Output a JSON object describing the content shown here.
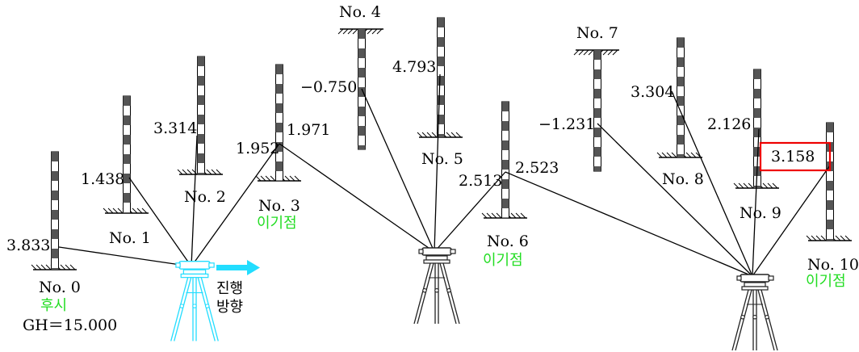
{
  "colors": {
    "backsight": "#22dd22",
    "foresight_turning": "#22dd22",
    "backsight_turning": "#22ddff",
    "highlight": "#ee0000",
    "instrument_1": "#22ddff",
    "arrow": "#22ddff",
    "rod_dark": "#555555",
    "rod_light": "#ffffff"
  },
  "stations": [
    {
      "name": "No. 0"
    },
    {
      "name": "No. 1"
    },
    {
      "name": "No. 2"
    },
    {
      "name": "No. 3"
    },
    {
      "name": "No. 4"
    },
    {
      "name": "No. 5"
    },
    {
      "name": "No. 6"
    },
    {
      "name": "No. 7"
    },
    {
      "name": "No. 8"
    },
    {
      "name": "No. 9"
    },
    {
      "name": "No. 10"
    }
  ],
  "readings": {
    "no0": "3.833",
    "no1": "1.438",
    "no2": "3.314",
    "no3_back": "1.952",
    "no3_fore": "1.971",
    "no4": "−0.750",
    "no5": "4.793",
    "no6_back": "2.513",
    "no6_fore": "2.523",
    "no7": "−1.231",
    "no8": "3.304",
    "no9": "2.126",
    "no10": "3.158"
  },
  "notes": {
    "backsight_label": "후시",
    "gh": "GH＝15.000",
    "turning_point": "이기점",
    "direction_line1": "진행",
    "direction_line2": "방향"
  }
}
